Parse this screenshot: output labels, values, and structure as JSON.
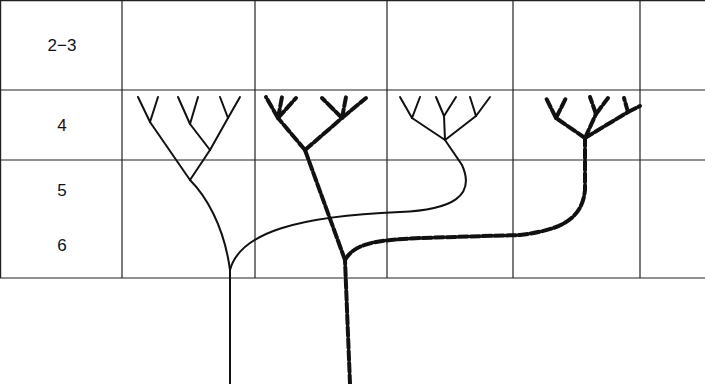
{
  "diagram": {
    "labels": [
      "2−3",
      "4",
      "5",
      "6"
    ]
  }
}
